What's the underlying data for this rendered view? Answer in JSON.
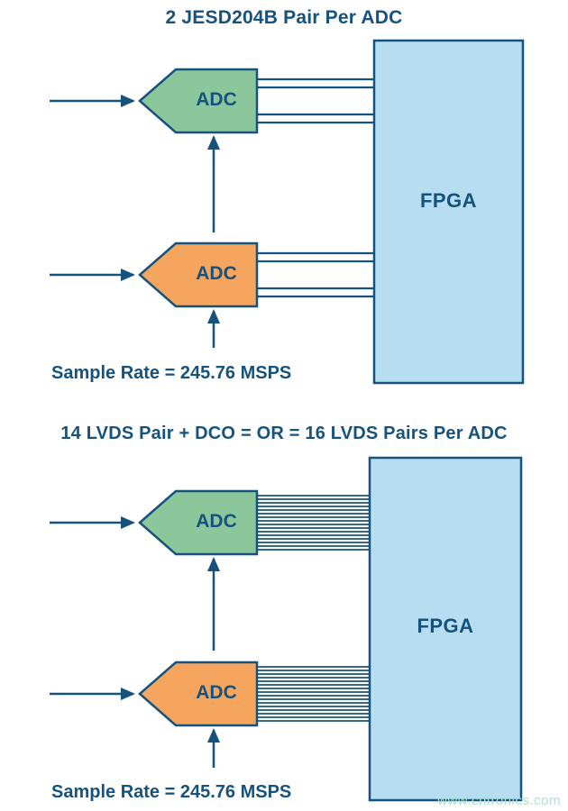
{
  "watermark": "www.cntronics.com",
  "colors": {
    "ink": "#15527e",
    "adc_green": "#8cc79c",
    "adc_orange": "#f5a55e",
    "fpga_blue": "#b6def0",
    "watermark": "#a8e4c8",
    "background": "#ffffff"
  },
  "panels": [
    {
      "title": "2 JESD204B Pair Per ADC",
      "adc_top_label": "ADC",
      "adc_bottom_label": "ADC",
      "fpga_label": "FPGA",
      "sample_rate": "Sample Rate = 245.76 MSPS",
      "pairs_per_adc": 2,
      "lines_per_pair": 2
    },
    {
      "title": "14 LVDS Pair + DCO = OR = 16 LVDS Pairs Per ADC",
      "adc_top_label": "ADC",
      "adc_bottom_label": "ADC",
      "fpga_label": "FPGA",
      "sample_rate": "Sample Rate = 245.76 MSPS",
      "lines_per_adc": 16
    }
  ]
}
